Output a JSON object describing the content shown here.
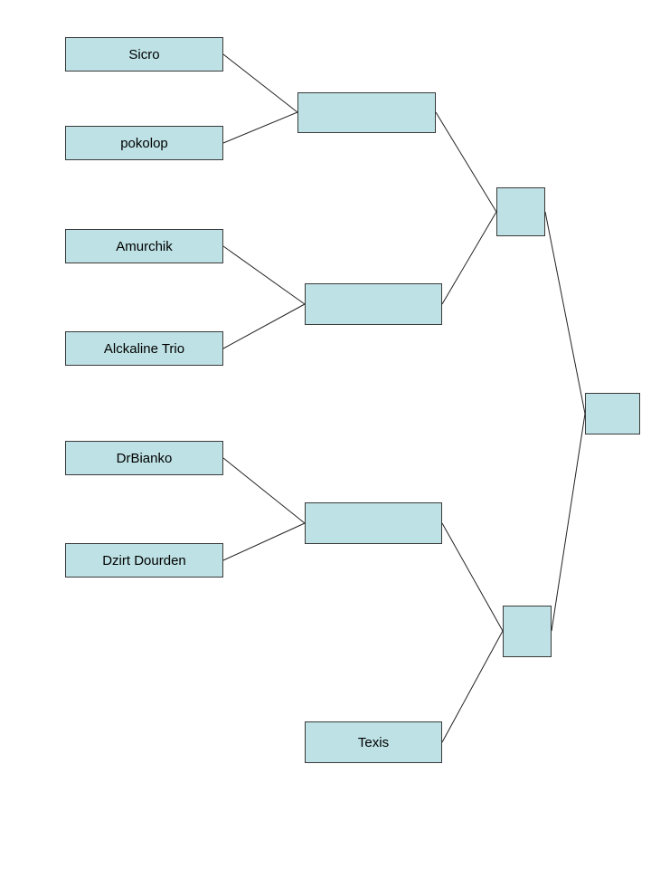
{
  "bracket": {
    "round1": [
      "Sicro",
      "pokolop",
      "Amurchik",
      "Alckaline Trio",
      "DrBianko",
      "Dzirt Dourden"
    ],
    "round2": [
      "",
      "",
      "",
      "Texis"
    ],
    "round3": [
      "",
      ""
    ],
    "final": ""
  },
  "colors": {
    "box_fill": "#bde1e4",
    "box_border": "#3a3a3a",
    "line": "#222222",
    "text": "#000000"
  }
}
